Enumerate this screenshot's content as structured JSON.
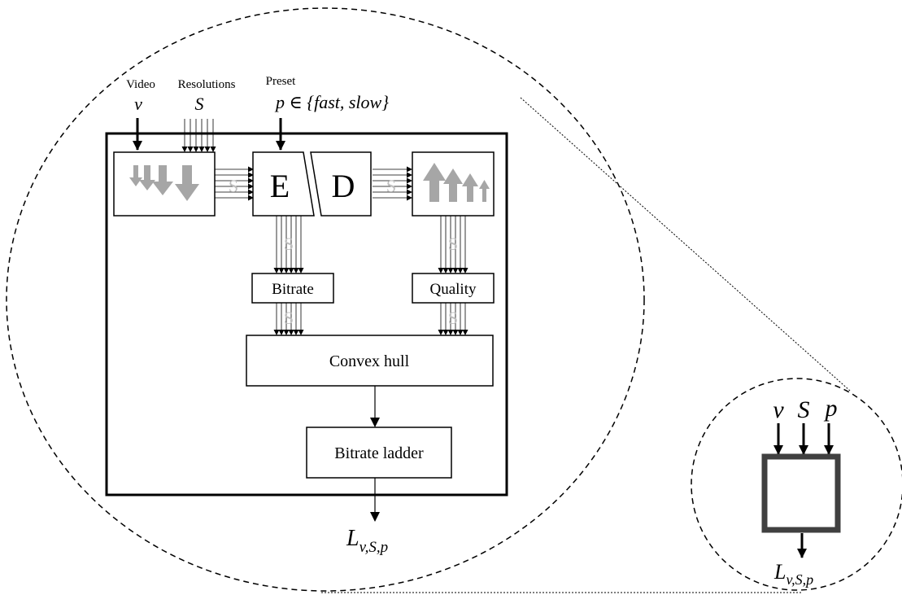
{
  "inputs": {
    "video_label": "Video",
    "video_symbol": "v",
    "resolutions_label": "Resolutions",
    "resolutions_symbol": "S",
    "preset_label": "Preset",
    "preset_expr": "p ∈ {fast, slow}"
  },
  "blocks": {
    "encoder": "E",
    "decoder": "D",
    "bitrate": "Bitrate",
    "quality": "Quality",
    "convex_hull": "Convex hull",
    "bitrate_ladder": "Bitrate ladder",
    "stream_symbol": "S"
  },
  "output": {
    "base": "L",
    "subscript": "v,S,p"
  },
  "compact_block": {
    "input_v": "v",
    "input_s": "S",
    "input_p": "p",
    "output_base": "L",
    "output_subscript": "v,S,p"
  }
}
